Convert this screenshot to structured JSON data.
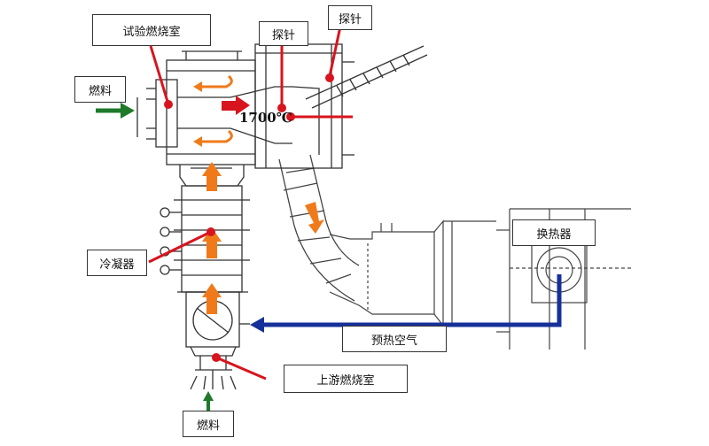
{
  "labels": {
    "test_chamber": "试验燃烧室",
    "probe_1": "探针",
    "probe_2": "探针",
    "fuel_left": "燃料",
    "fuel_bottom": "燃料",
    "condenser": "冷凝器",
    "heat_exchanger": "换热器",
    "preheated_air": "预热空气",
    "upstream_chamber": "上游燃烧室"
  },
  "temperature": "1700℃",
  "colors": {
    "leader": "#d8141e",
    "flow": "#f07a1a",
    "air": "#16309a",
    "fuel": "#1e7a2a",
    "line": "#333333"
  }
}
